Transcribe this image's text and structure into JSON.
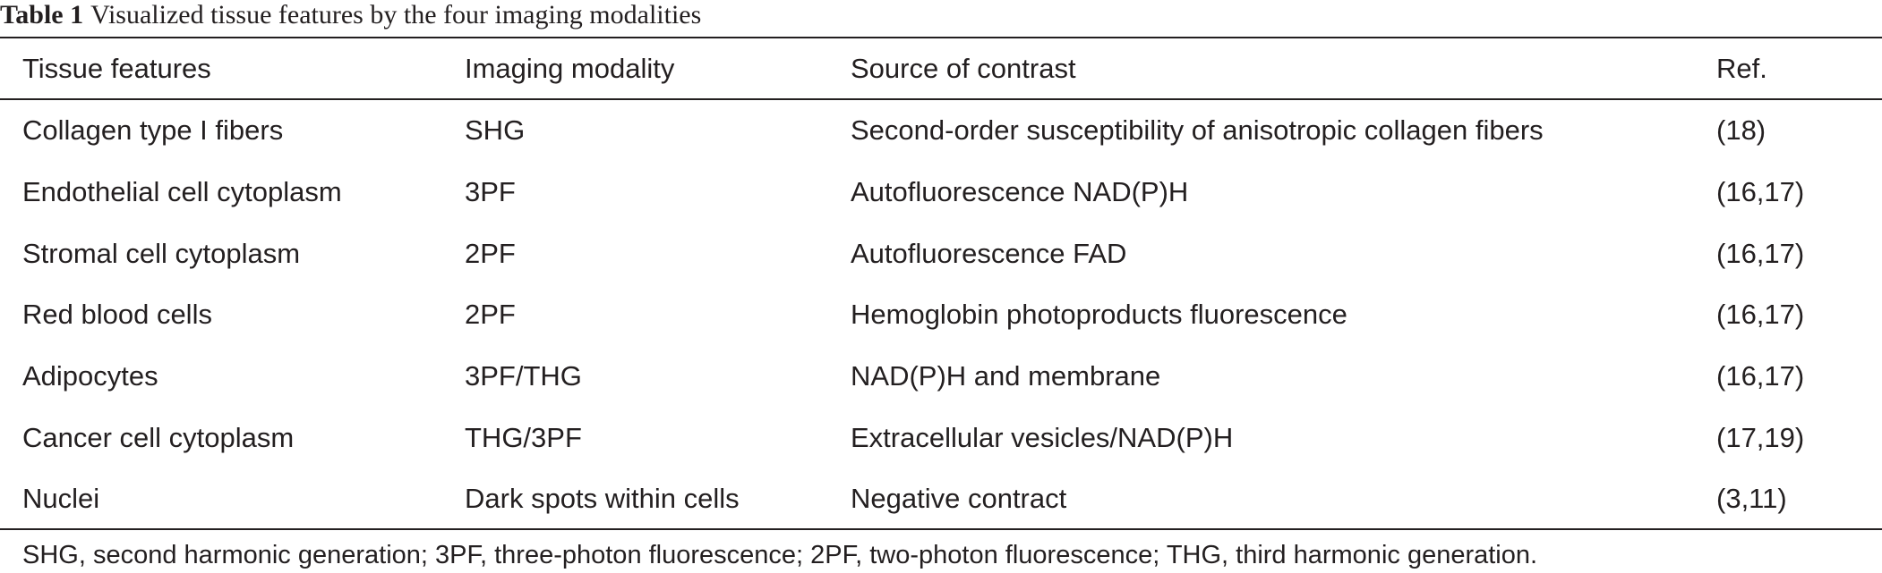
{
  "caption": {
    "label": "Table 1",
    "title": "Visualized tissue features by the four imaging modalities"
  },
  "table": {
    "headers": [
      "Tissue features",
      "Imaging modality",
      "Source of contrast",
      "Ref."
    ],
    "rows": [
      [
        "Collagen type I fibers",
        "SHG",
        "Second-order susceptibility of anisotropic collagen fibers",
        "(18)"
      ],
      [
        "Endothelial cell cytoplasm",
        "3PF",
        "Autofluorescence NAD(P)H",
        "(16,17)"
      ],
      [
        "Stromal cell cytoplasm",
        "2PF",
        "Autofluorescence FAD",
        "(16,17)"
      ],
      [
        "Red blood cells",
        "2PF",
        "Hemoglobin photoproducts fluorescence",
        "(16,17)"
      ],
      [
        "Adipocytes",
        "3PF/THG",
        "NAD(P)H and membrane",
        "(16,17)"
      ],
      [
        "Cancer cell cytoplasm",
        "THG/3PF",
        "Extracellular vesicles/NAD(P)H",
        "(17,19)"
      ],
      [
        "Nuclei",
        "Dark spots within cells",
        "Negative contract",
        "(3,11)"
      ]
    ]
  },
  "footnote": "SHG, second harmonic generation; 3PF, three-photon fluorescence; 2PF, two-photon fluorescence; THG, third harmonic generation."
}
